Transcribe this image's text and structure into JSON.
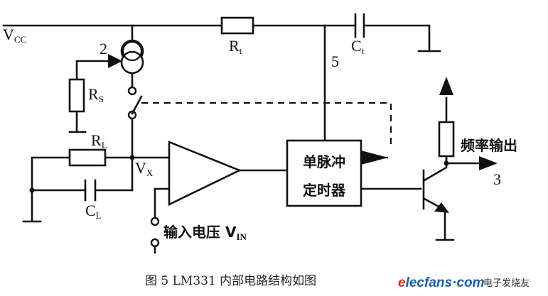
{
  "labels": {
    "vcc": "V",
    "vcc_sub": "CC",
    "rt": "R",
    "rt_sub": "t",
    "ct": "C",
    "ct_sub": "t",
    "pin2": "2",
    "pin5": "5",
    "pin3": "3",
    "rs": "R",
    "rs_sub": "S",
    "rl": "R",
    "rl_sub": "L",
    "cl": "C",
    "cl_sub": "L",
    "vx": "V",
    "vx_sub": "X",
    "input_voltage": "输入电压 V",
    "vin_sub": "IN",
    "one_shot_line1": "单脉冲",
    "one_shot_line2": "定时器",
    "freq_out": "频率输出"
  },
  "caption": "图 5  LM331 内部电路结构如图",
  "watermark": {
    "brand_e": "e",
    "brand_rest": "lecfans",
    "brand_dot": "·",
    "brand_com": "com",
    "brand_cn": "电子发烧友"
  },
  "colors": {
    "line": "#111111",
    "brand_e": "#d42a20",
    "brand_text": "#1a5bb5"
  }
}
